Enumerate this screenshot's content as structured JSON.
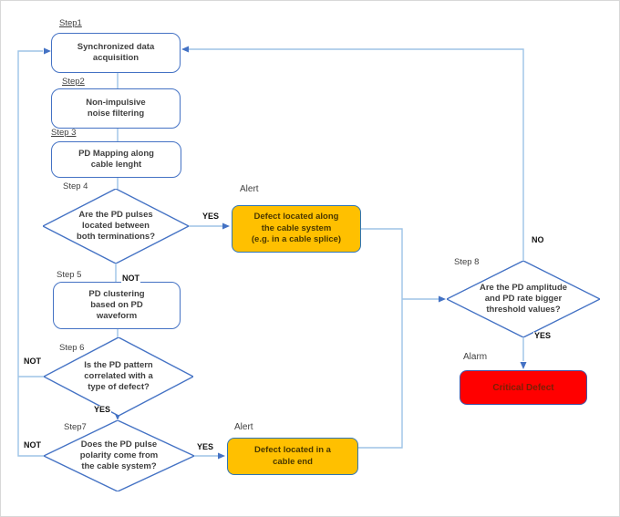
{
  "diagram": {
    "nodes": {
      "step1": {
        "label": "Step1",
        "text": "Synchronized data\nacquisition"
      },
      "step2": {
        "label": "Step2",
        "text": "Non-impulsive\nnoise filtering"
      },
      "step3": {
        "label": "Step 3",
        "text": "PD Mapping along\ncable lenght"
      },
      "step4": {
        "label": "Step 4",
        "text": "Are the PD pulses\nlocated between\nboth terminations?"
      },
      "step5": {
        "label": "Step 5",
        "text": "PD clustering\nbased on PD\nwaveform"
      },
      "step6": {
        "label": "Step 6",
        "text": "Is the PD pattern\ncorrelated with a\ntype of defect?"
      },
      "step7": {
        "label": "Step7",
        "text": "Does the PD pulse\npolarity come from\nthe cable system?"
      },
      "step8": {
        "label": "Step 8",
        "text": "Are the PD amplitude\nand PD rate bigger\nthreshold values?"
      },
      "alert1": {
        "label": "Alert",
        "text": "Defect located along\nthe cable system\n(e.g. in a cable splice)"
      },
      "alert2": {
        "label": "Alert",
        "text": "Defect located in a\ncable end"
      },
      "alarm": {
        "label": "Alarm",
        "text": "Critical Defect"
      }
    },
    "edge_labels": {
      "step4_yes": "YES",
      "step4_not": "NOT",
      "step6_not": "NOT",
      "step6_yes": "YES",
      "step7_not": "NOT",
      "step7_yes": "YES",
      "step8_no": "NO",
      "step8_yes": "YES"
    },
    "colors": {
      "process_border": "#4472C4",
      "connector": "#9DC3E6",
      "arrowhead": "#4472C4",
      "alert_fill": "#FFC000",
      "alert_border": "#2E75B6",
      "alarm_fill": "#FF0000",
      "alarm_text": "#7a1f04",
      "text": "#3f3f3f"
    }
  }
}
